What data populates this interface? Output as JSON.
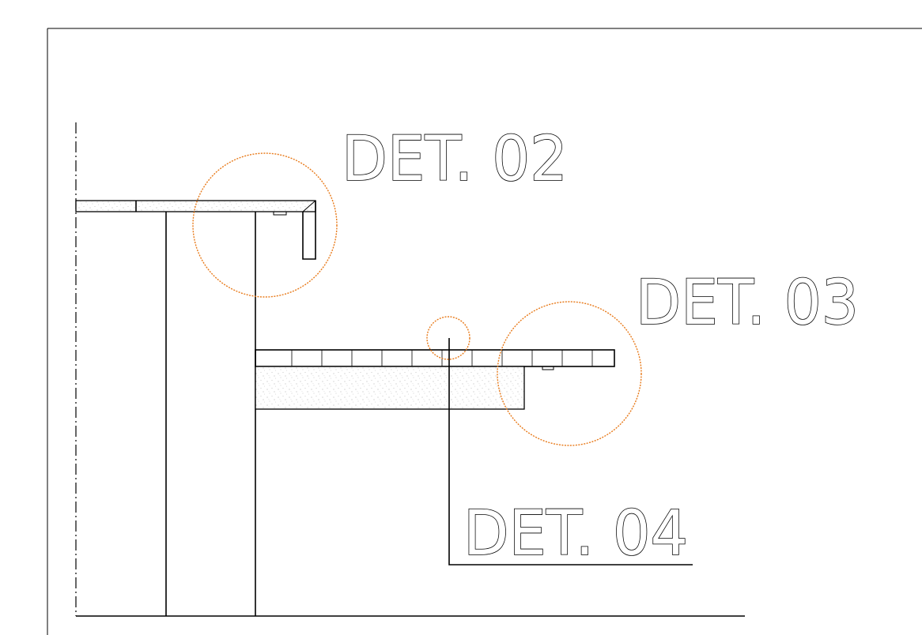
{
  "colors": {
    "ink": "#000000",
    "callout": "#e87a1a",
    "background": "#ffffff"
  },
  "labels": {
    "det02": "DET. 02",
    "det03": "DET. 03",
    "det04": "DET. 04"
  }
}
